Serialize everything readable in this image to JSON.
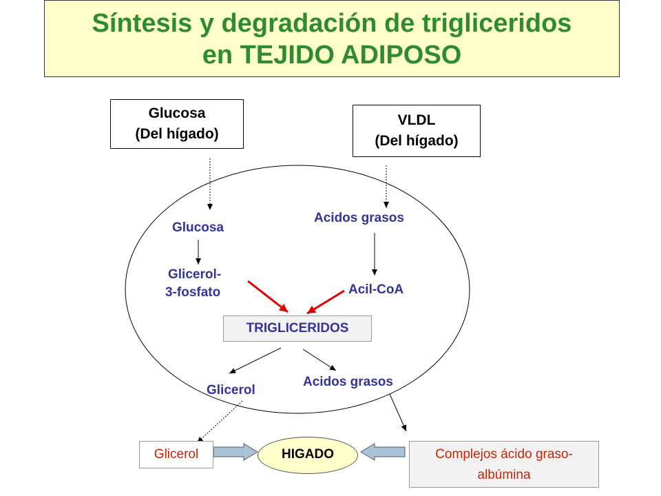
{
  "title": {
    "line1": "Síntesis y degradación de trigliceridos",
    "line2": "en TEJIDO ADIPOSO"
  },
  "sources": {
    "glucosa": {
      "line1": "Glucosa",
      "line2": "(Del hígado)"
    },
    "vldl": {
      "line1": "VLDL",
      "line2": "(Del hígado)"
    }
  },
  "cell": {
    "glucosa": "Glucosa",
    "glicerol_3p_line1": "Glicerol-",
    "glicerol_3p_line2": "3-fosfato",
    "acidos_grasos_in": "Acidos grasos",
    "acil_coa": "Acil-CoA",
    "trigliceridos": "TRIGLICERIDOS",
    "glicerol_out": "Glicerol",
    "acidos_grasos_out": "Acidos grasos"
  },
  "outside": {
    "glicerol": "Glicerol",
    "higado": "HIGADO",
    "complejos_line1": "Complejos ácido graso-",
    "complejos_line2": "albúmina"
  },
  "colors": {
    "title_text": "#2e8b2e",
    "title_bg": "#ffffcc",
    "label_text": "#333399",
    "synthesis_arrow": "#e00000",
    "export_text": "#cc2200",
    "liver_bg": "#ffffcc",
    "block_arrow": "#a9c4d9"
  }
}
